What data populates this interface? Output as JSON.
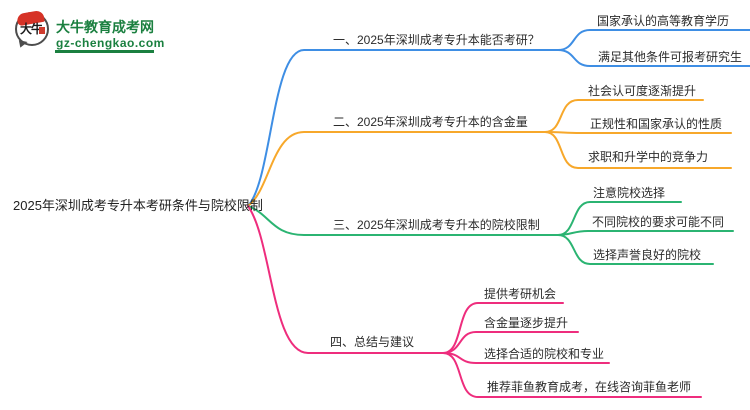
{
  "brand": {
    "icon_text": "大牛",
    "name": "大牛教育成考网",
    "domain": "gz-chengkao.com",
    "green": "#1b8040"
  },
  "root": {
    "label": "2025年深圳成考专升本考研条件与院校限制"
  },
  "branches": [
    {
      "label": "一、2025年深圳成考专升本能否考研？",
      "color": "#3e8ee4",
      "children": [
        "国家承认的高等教育学历",
        "满足其他条件可报考研究生"
      ]
    },
    {
      "label": "二、2025年深圳成考专升本的含金量",
      "color": "#f7a82b",
      "children": [
        "社会认可度逐渐提升",
        "正规性和国家承认的性质",
        "求职和升学中的竞争力"
      ]
    },
    {
      "label": "三、2025年深圳成考专升本的院校限制",
      "color": "#2bb472",
      "children": [
        "注意院校选择",
        "不同院校的要求可能不同",
        "选择声誉良好的院校"
      ]
    },
    {
      "label": "四、总结与建议",
      "color": "#ee2d7d",
      "children": [
        "提供考研机会",
        "含金量逐步提升",
        "选择合适的院校和专业",
        "推荐菲鱼教育成考，在线咨询菲鱼老师"
      ]
    }
  ]
}
